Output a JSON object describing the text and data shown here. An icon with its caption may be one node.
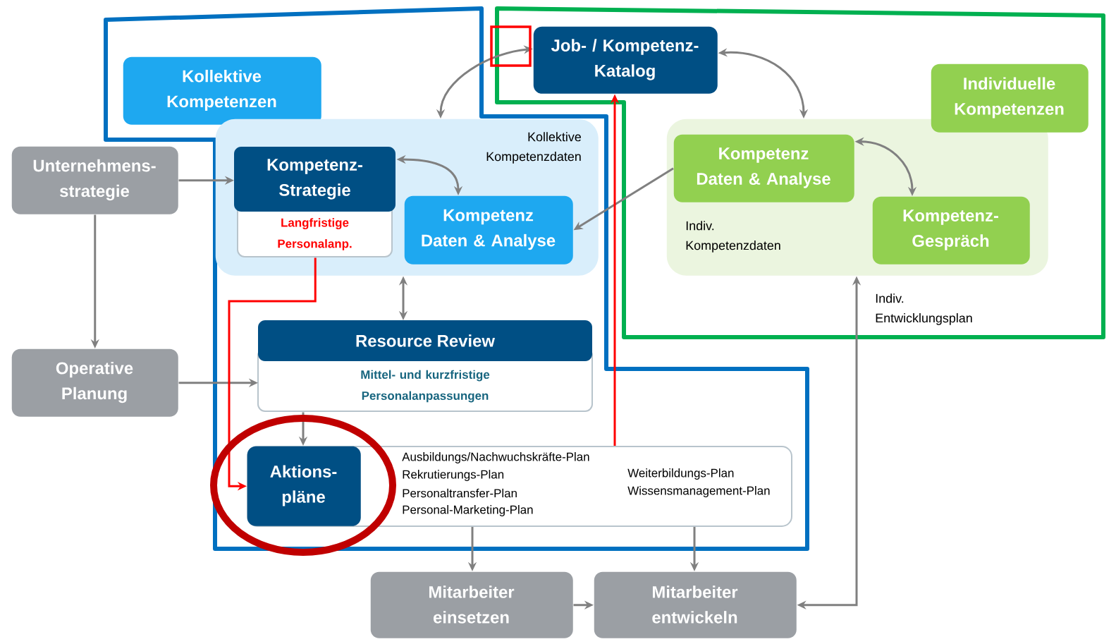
{
  "diagram": {
    "nodes": [
      {
        "text": [
          "Job- / Kompetenz-Katalog"
        ]
      },
      {
        "text": [
          "Kollektive Kompetenzen"
        ]
      },
      {
        "text": [
          "Kollektive Kompetenzdaten"
        ]
      },
      {
        "text": [
          "Unternehmens-strategie"
        ]
      },
      {
        "text": [
          "Kompetenz-Strategie",
          "Langfristige Personalanp."
        ],
        "in": 2
      },
      {
        "text": [
          "Kompetenz Daten & Analyse"
        ],
        "in": 2
      },
      {
        "text": [
          "Indiv. Kompetenzdaten"
        ]
      },
      {
        "text": [
          "Individuelle Kompetenzen"
        ]
      },
      {
        "text": [
          "Kompetenz Daten & Analyse"
        ],
        "in": 6
      },
      {
        "text": [
          "Kompetenz-Gespräch"
        ],
        "in": 6
      },
      {
        "text": [
          "Resource Review",
          "Mittel- und kurzfristige Personalanpassungen"
        ]
      },
      {
        "text": [
          "Operative Planung"
        ]
      },
      {
        "text": [
          "Ausbildungs/Nachwuchskräfte-Plan",
          "Rekrutierungs-Plan",
          "Personaltransfer-Plan",
          "Personal-Marketing-Plan",
          "Weiterbildungs-Plan",
          "Wissensmanagement-Plan"
        ]
      },
      {
        "text": [
          "Aktions-pläne"
        ],
        "in": 12
      },
      {
        "text": [
          "Mitarbeiter einsetzen"
        ]
      },
      {
        "text": [
          "Mitarbeiter entwickeln"
        ]
      }
    ],
    "edges": [
      {
        "from": 2,
        "to": 0,
        "arrow": "both"
      },
      {
        "from": 0,
        "to": 6,
        "arrow": "both"
      },
      {
        "from": 3,
        "to": 4,
        "arrow": "to"
      },
      {
        "from": 3,
        "to": 11,
        "arrow": "to"
      },
      {
        "from": 4,
        "to": 5,
        "arrow": "both"
      },
      {
        "from": 8,
        "to": 5,
        "arrow": "to"
      },
      {
        "from": 8,
        "to": 9,
        "arrow": "both"
      },
      {
        "from": 2,
        "to": 10,
        "arrow": "both"
      },
      {
        "from": 11,
        "to": 10,
        "arrow": "to"
      },
      {
        "from": 10,
        "to": 13,
        "arrow": "to"
      },
      {
        "from": 4,
        "to": 13,
        "arrow": "to",
        "color": "#ff0000"
      },
      {
        "from": 12,
        "to": 0,
        "arrow": "to",
        "color": "#ff0000"
      },
      {
        "from": 12,
        "to": 14,
        "arrow": "to"
      },
      {
        "from": 12,
        "to": 15,
        "arrow": "to"
      },
      {
        "from": 14,
        "to": 15,
        "arrow": "to"
      },
      {
        "from": 15,
        "to": 6,
        "arrow": "both",
        "label": "Indiv. Entwicklungsplan"
      }
    ]
  }
}
